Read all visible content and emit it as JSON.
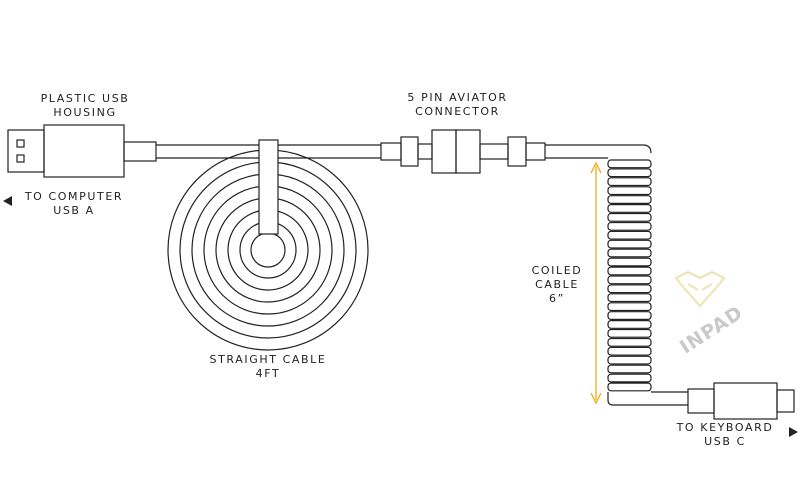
{
  "labels": {
    "usb_housing": [
      "PLASTIC USB",
      "HOUSING"
    ],
    "to_computer": [
      "TO COMPUTER",
      "USB A"
    ],
    "aviator": [
      "5 PIN AVIATOR",
      "CONNECTOR"
    ],
    "straight_cable": [
      "STRAIGHT CABLE",
      "4FT"
    ],
    "coiled_cable": [
      "COILED",
      "CABLE",
      "6”"
    ],
    "to_keyboard": [
      "TO KEYBOARD",
      "USB C"
    ]
  },
  "watermark": {
    "text": "INPAD"
  },
  "icons": {
    "left_arrow": "triangle-left-icon",
    "right_arrow": "triangle-right-icon",
    "logo": "owl-logo-icon"
  },
  "colors": {
    "line": "#222222",
    "dimension": "#f0b429",
    "watermark_text": "#c9c9c9",
    "watermark_logo": "#ece3b0"
  }
}
